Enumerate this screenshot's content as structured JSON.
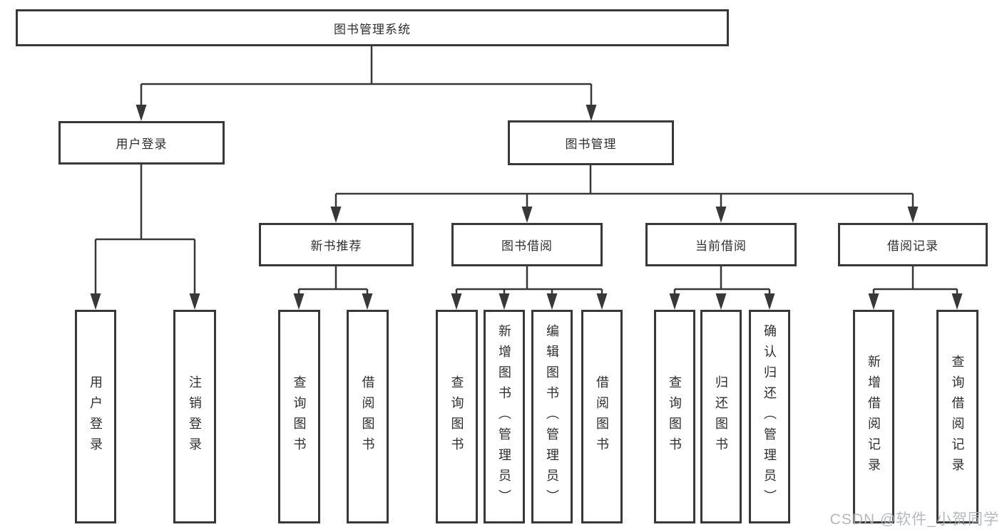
{
  "diagram": {
    "root": {
      "label": "图书管理系统",
      "children": [
        {
          "label": "用户登录",
          "children": [
            {
              "label": "用户登录"
            },
            {
              "label": "注销登录"
            }
          ]
        },
        {
          "label": "图书管理",
          "children": [
            {
              "label": "新书推荐",
              "children": [
                {
                  "label": "查询图书"
                },
                {
                  "label": "借阅图书"
                }
              ]
            },
            {
              "label": "图书借阅",
              "children": [
                {
                  "label": "查询图书"
                },
                {
                  "label": "新增图书（管理员）"
                },
                {
                  "label": "编辑图书（管理员）"
                },
                {
                  "label": "借阅图书"
                }
              ]
            },
            {
              "label": "当前借阅",
              "children": [
                {
                  "label": "查询图书"
                },
                {
                  "label": "归还图书"
                },
                {
                  "label": "确认归还（管理员）"
                }
              ]
            },
            {
              "label": "借阅记录",
              "children": [
                {
                  "label": "新增借阅记录"
                },
                {
                  "label": "查询借阅记录"
                }
              ]
            }
          ]
        }
      ]
    }
  },
  "watermark": {
    "text": "CSDN @软件_小贺同学"
  },
  "colors": {
    "line": "#383838",
    "box_border": "#383838",
    "text": "#2e2e2e",
    "watermark": "#aeb3ba",
    "background": "#ffffff"
  }
}
